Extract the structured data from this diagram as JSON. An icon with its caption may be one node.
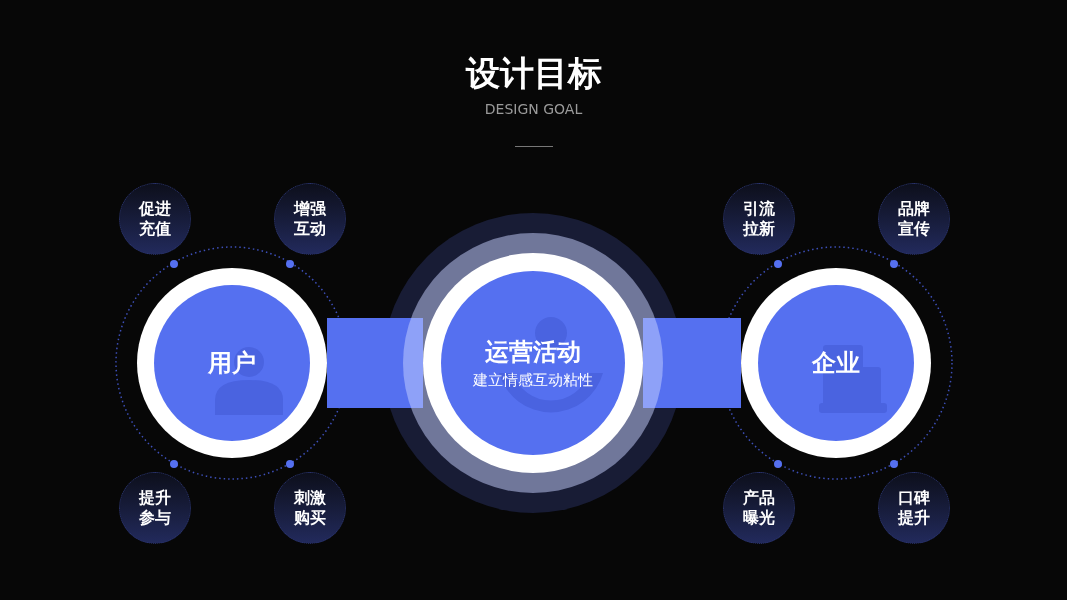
{
  "diagram": {
    "title": "设计目标",
    "nodes": [
      {
        "text": [
          "用户"
        ]
      },
      {
        "text": [
          "运营活动",
          "建立情感互动粘性"
        ]
      },
      {
        "text": [
          "企业"
        ]
      },
      {
        "text": [
          "促进充值"
        ]
      },
      {
        "text": [
          "增强互动"
        ]
      },
      {
        "text": [
          "引流拉新"
        ]
      },
      {
        "text": [
          "品牌宣传"
        ]
      },
      {
        "text": [
          "提升参与"
        ]
      },
      {
        "text": [
          "刺激购买"
        ]
      },
      {
        "text": [
          "产品曝光"
        ]
      },
      {
        "text": [
          "口碑提升"
        ]
      }
    ],
    "edges": [
      {
        "from": 0,
        "to": 1,
        "arrow": "none"
      },
      {
        "from": 1,
        "to": 2,
        "arrow": "none"
      }
    ],
    "labels": [
      "DESIGN GOAL"
    ]
  }
}
